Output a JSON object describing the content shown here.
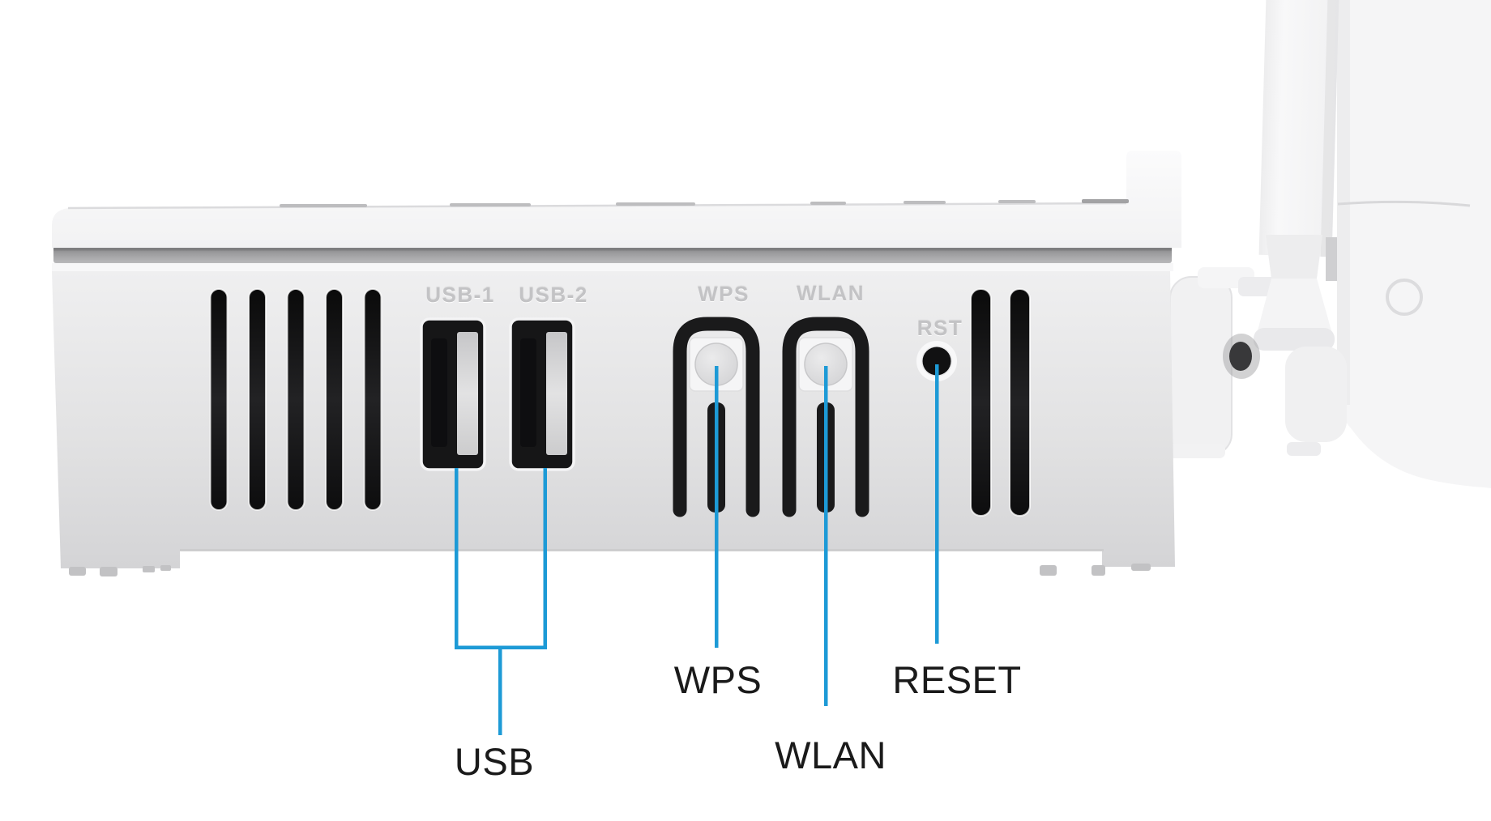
{
  "title": "Wireless router side panel port diagram",
  "device": {
    "description": "White wireless router, side view with vent grilles and detachable antennas",
    "printed_labels": {
      "usb1": "USB-1",
      "usb2": "USB-2",
      "wps": "WPS",
      "wlan": "WLAN",
      "reset": "RST"
    }
  },
  "callouts": {
    "usb": {
      "label": "USB",
      "points_to": "USB-1 and USB-2 ports"
    },
    "wps": {
      "label": "WPS",
      "points_to": "WPS push button"
    },
    "wlan": {
      "label": "WLAN",
      "points_to": "WLAN push button"
    },
    "reset": {
      "label": "RESET",
      "points_to": "RST pinhole"
    }
  },
  "colors": {
    "callout_line": "#1d9ad6",
    "label_text": "#1a1a1a",
    "printed_text": "#c3c3c5",
    "port_black": "#161617",
    "body_white": "#ededee"
  }
}
